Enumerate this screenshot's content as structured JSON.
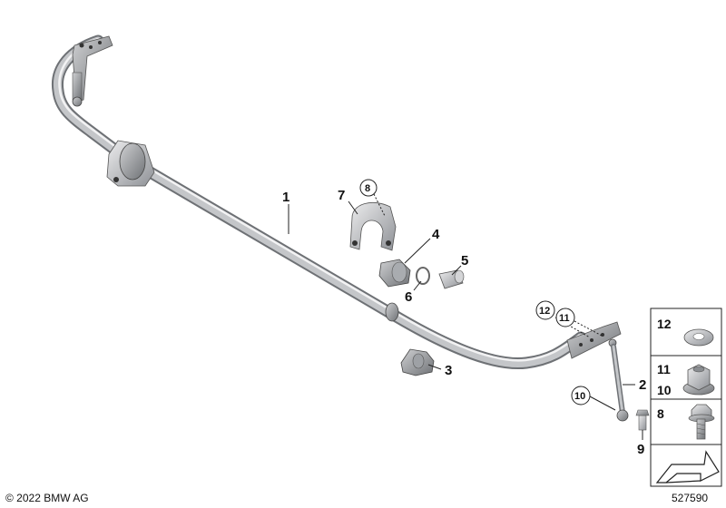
{
  "callouts": {
    "c1": "1",
    "c2": "2",
    "c3": "3",
    "c4": "4",
    "c5": "5",
    "c6": "6",
    "c7": "7",
    "c8": "8",
    "c9": "9",
    "c10": "10",
    "c11": "11",
    "c12": "12"
  },
  "side_panel": {
    "p12": "12",
    "p11": "11",
    "p10": "10",
    "p8": "8"
  },
  "footer": {
    "copyright": "© 2022 BMW AG",
    "diagram_number": "527590"
  }
}
